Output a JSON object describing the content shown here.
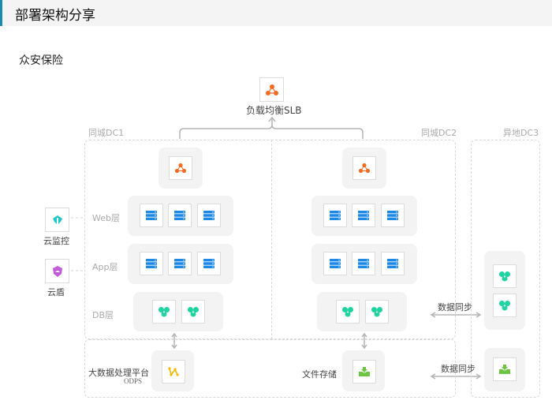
{
  "header": {
    "title": "部署架构分享"
  },
  "company": "众安保险",
  "load_balancer": {
    "label": "负载均衡SLB",
    "icon": "slb-icon"
  },
  "datacenters": {
    "dc1": {
      "label": "同城DC1"
    },
    "dc2": {
      "label": "同城DC2"
    },
    "dc3": {
      "label": "异地DC3"
    }
  },
  "layers": {
    "web": "Web层",
    "app": "App层",
    "db": "DB层"
  },
  "side_services": [
    {
      "label": "云监控",
      "icon": "cloud-monitor-icon"
    },
    {
      "label": "云盾",
      "icon": "cloud-shield-icon"
    }
  ],
  "bigdata": {
    "label": "大数据处理平台",
    "sublabel": "ODPS"
  },
  "file_storage": {
    "label": "文件存储"
  },
  "sync": {
    "db_sync": "数据同步",
    "file_sync": "数据同步"
  },
  "colors": {
    "accent": "#1a8bb5",
    "slb": "#f26b21",
    "server": "#1e88e5",
    "db": "#1dd3a0",
    "odps": "#f5b800",
    "storage": "#6cc644",
    "monitor": "#1fc9c9",
    "shield": "#c05bd9"
  }
}
